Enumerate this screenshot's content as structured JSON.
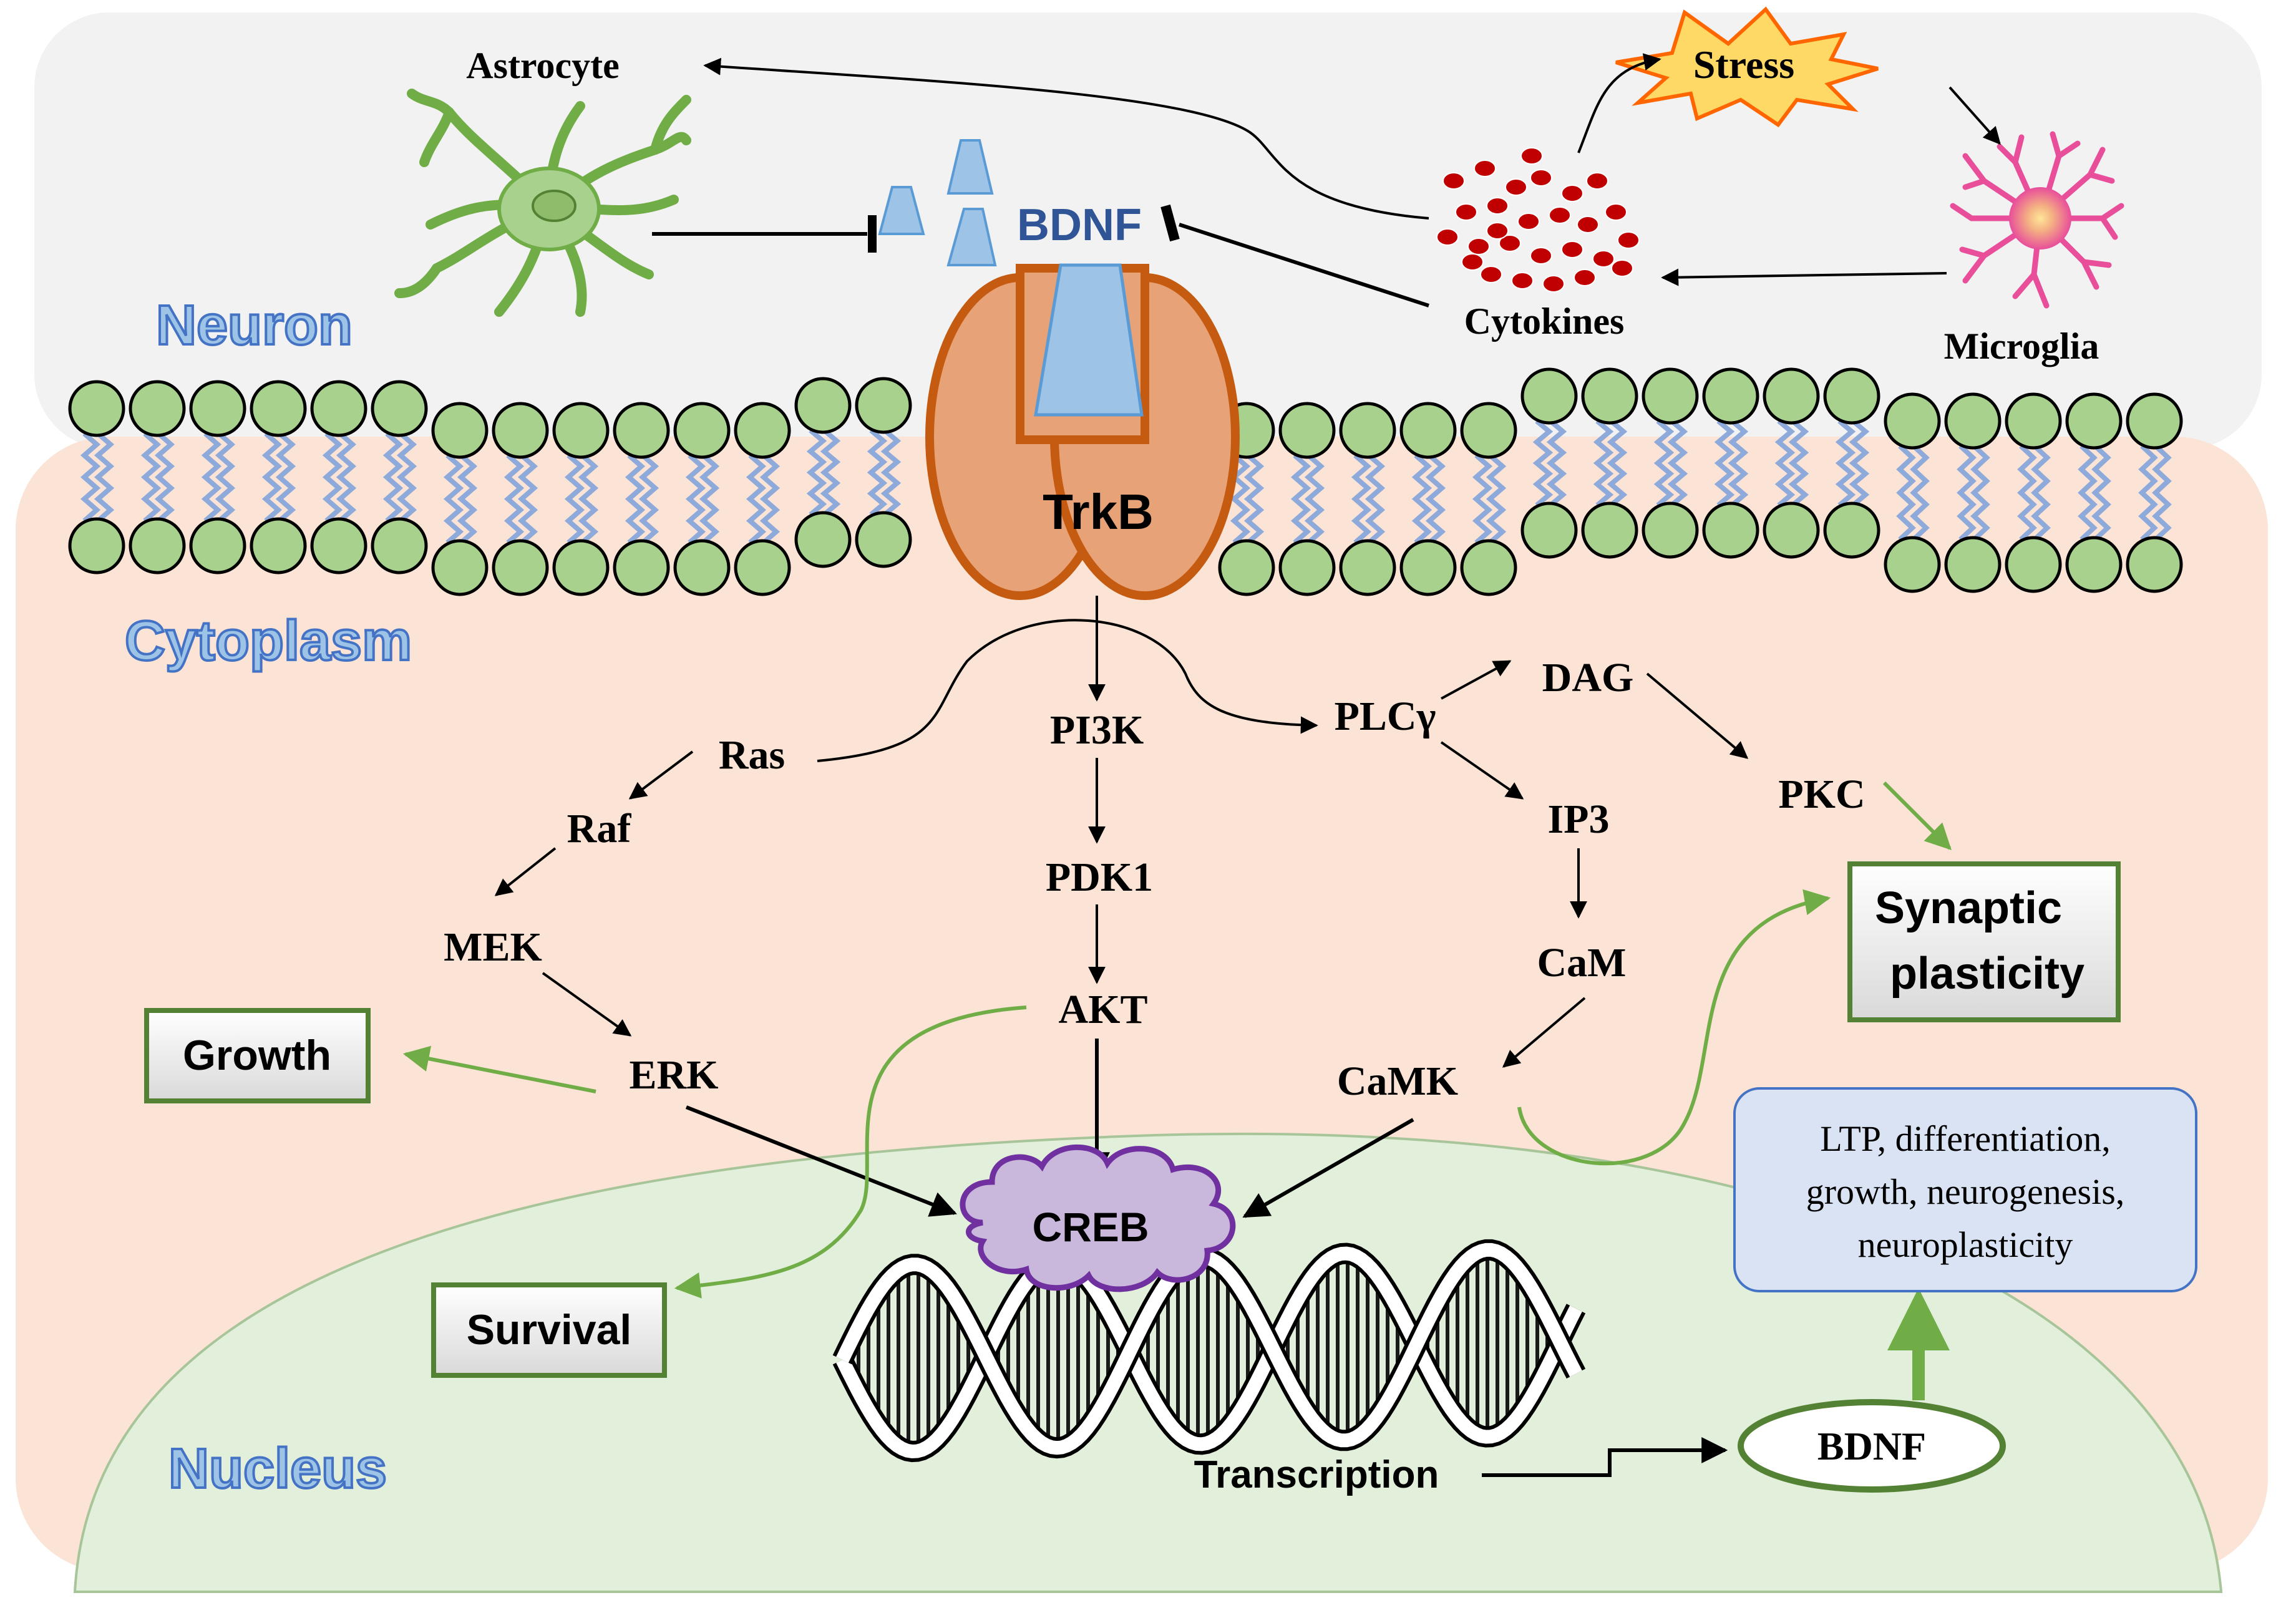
{
  "regions": {
    "neuron": "Neuron",
    "cytoplasm": "Cytoplasm",
    "nucleus": "Nucleus"
  },
  "extracellular": {
    "astrocyte": "Astrocyte",
    "stress": "Stress",
    "microglia": "Microglia",
    "cytokines": "Cytokines",
    "bdnf": "BDNF"
  },
  "receptor": "TrkB",
  "pathways": {
    "ras": "Ras",
    "raf": "Raf",
    "mek": "MEK",
    "erk": "ERK",
    "pi3k": "PI3K",
    "pdk1": "PDK1",
    "akt": "AKT",
    "plcg": "PLCγ",
    "dag": "DAG",
    "pkc": "PKC",
    "ip3": "IP3",
    "cam": "CaM",
    "camk": "CaMK",
    "creb": "CREB"
  },
  "outcomes": {
    "growth": "Growth",
    "survival": "Survival",
    "synaptic_line1": "Synaptic",
    "synaptic_line2": "plasticity"
  },
  "nucleus_items": {
    "transcription": "Transcription",
    "bdnf": "BDNF",
    "effects_line1": "LTP, differentiation,",
    "effects_line2": "growth, neurogenesis,",
    "effects_line3": "neuroplasticity"
  },
  "colors": {
    "extracellular_bg": "#f2f2f2",
    "cytoplasm_bg": "#fbe3d6",
    "nucleus_bg": "#e2efda",
    "lipid_head": "#a9d18e",
    "receptor": "#e8a277",
    "receptor_border": "#c55a11",
    "ligand": "#9dc3e6",
    "creb_cloud": "#c9b8dc",
    "creb_border": "#7030a0",
    "green_arrow": "#70ad47",
    "outcome_border": "#548235",
    "effects_box": "#dae3f3",
    "bdnf_label": "#2f5597",
    "region_label": "#4472c4",
    "cytokine": "#c00000",
    "stress_burst": "#ffd966",
    "microglia": "#e84e9a",
    "astrocyte": "#a9d18e"
  }
}
